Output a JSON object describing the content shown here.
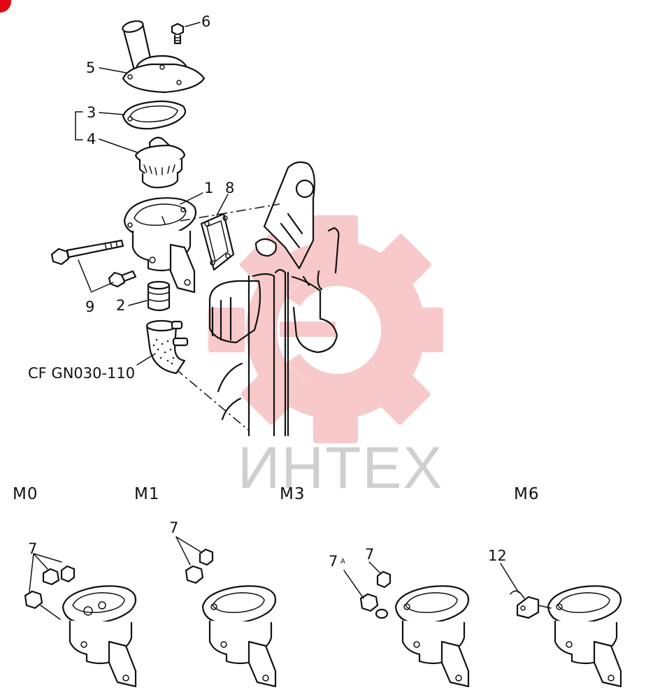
{
  "callouts": {
    "c1": "1",
    "c2": "2",
    "c3": "3",
    "c4": "4",
    "c5": "5",
    "c6": "6",
    "c8": "8",
    "c9": "9"
  },
  "reference": "CF GN030-110",
  "variants": [
    {
      "model": "M0",
      "callouts": [
        "7"
      ]
    },
    {
      "model": "M1",
      "callouts": [
        "7"
      ]
    },
    {
      "model": "M3",
      "callouts": [
        "7",
        "A",
        "7"
      ]
    },
    {
      "model": "M6",
      "callouts": [
        "12"
      ]
    }
  ],
  "watermark": {
    "text": "ИНТЕХ",
    "gear_color": "#f4a9ab",
    "text_color": "#cfcfcf"
  },
  "colors": {
    "ink": "#111111",
    "badge": "#e30613"
  }
}
